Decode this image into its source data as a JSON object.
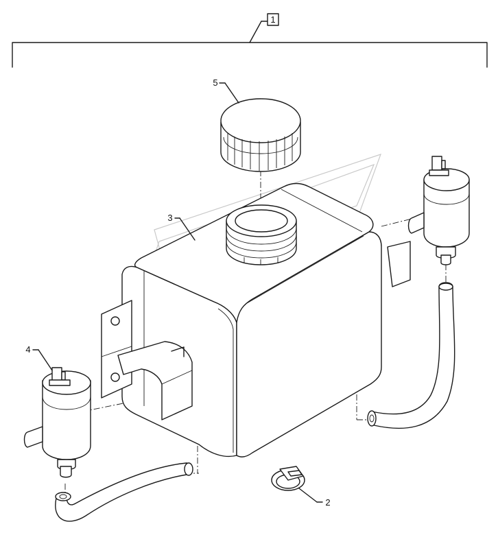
{
  "callouts": {
    "assembly": "1",
    "clamp": "2",
    "reservoir": "3",
    "pump_left": "4",
    "cap": "5"
  }
}
